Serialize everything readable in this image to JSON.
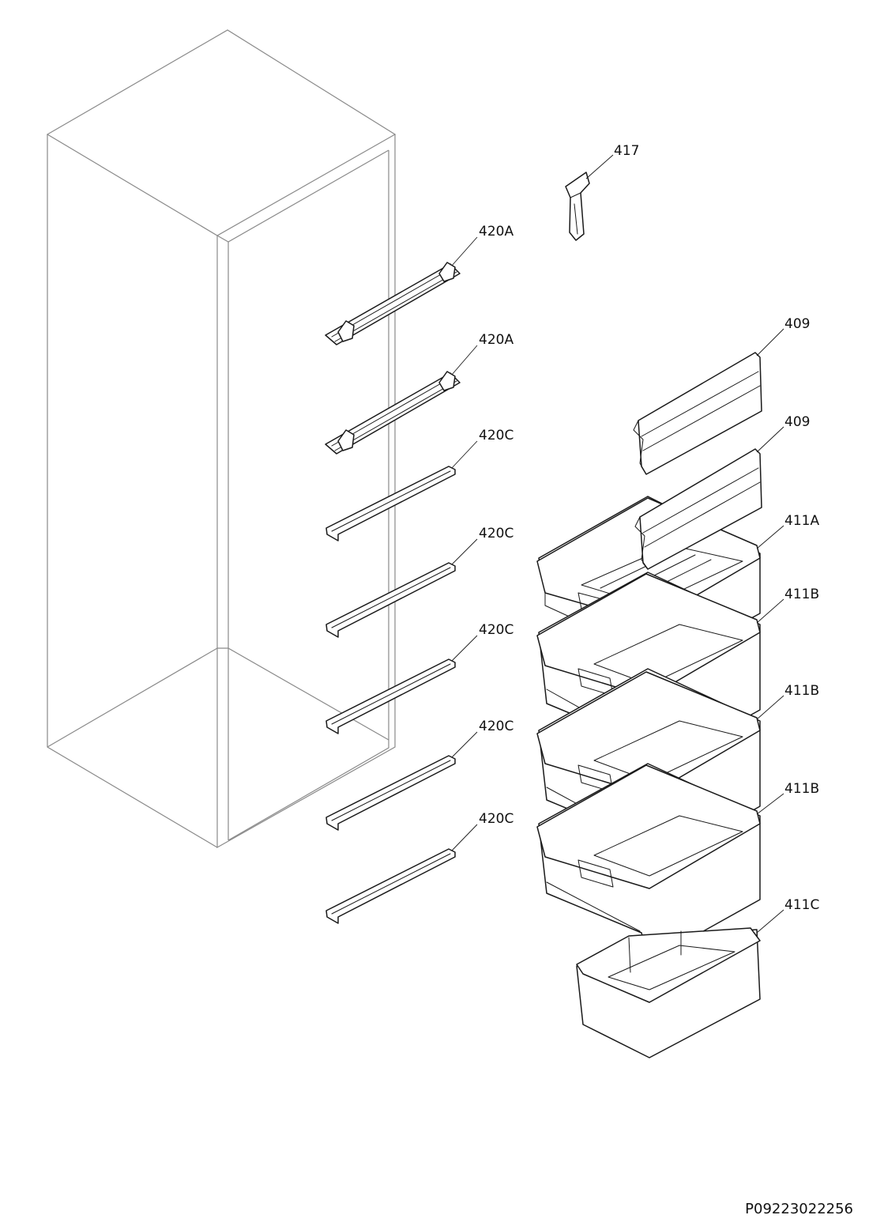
{
  "diagram": {
    "callouts": [
      "417",
      "420A",
      "420A",
      "409",
      "420C",
      "409",
      "411A",
      "420C",
      "411B",
      "420C",
      "411B",
      "420C",
      "411B",
      "420C",
      "411C"
    ],
    "document_number": "P09223022256"
  }
}
